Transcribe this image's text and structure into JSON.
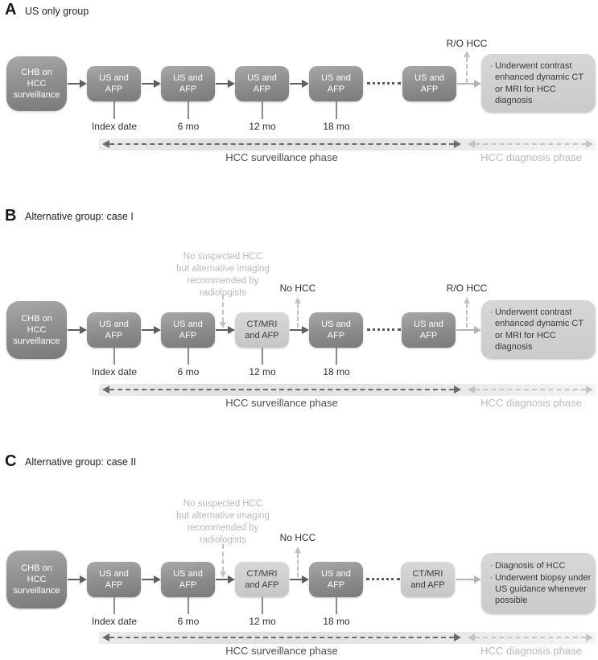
{
  "colors": {
    "box_dark": "#8f8f8f",
    "box_light": "#cdcdcd",
    "result_box": "#d2d2d2",
    "annotation_light": "#b9b9b9",
    "arrow_dark": "#5e5e5e",
    "arrow_light": "#b4b4b4",
    "text_dark": "#2f2f2f"
  },
  "ui": {
    "bullet_char": "·"
  },
  "panel_a": {
    "letter": "A",
    "title": "US only group",
    "start_box": "CHB on HCC surveillance",
    "boxes": [
      "US and AFP",
      "US and AFP",
      "US and AFP",
      "US and AFP",
      "US and AFP"
    ],
    "ro_hcc": "R/O HCC",
    "result_lines": [
      "Underwent contrast enhanced dynamic CT or MRI for HCC diagnosis"
    ],
    "time_labels": [
      "Index date",
      "6 mo",
      "12 mo",
      "18 mo"
    ],
    "phase_surveillance": "HCC surveillance phase",
    "phase_diagnosis": "HCC diagnosis phase"
  },
  "panel_b": {
    "letter": "B",
    "title": "Alternative group: case I",
    "start_box": "CHB on HCC surveillance",
    "boxes": [
      "US and AFP",
      "US and AFP",
      "CT/MRI and AFP",
      "US and AFP",
      "US and AFP"
    ],
    "no_suspected_lines": [
      "No suspected HCC",
      "but alternative imaging",
      "recommended by",
      "radiologists"
    ],
    "no_hcc": "No HCC",
    "ro_hcc": "R/O HCC",
    "result_lines": [
      "Underwent contrast enhanced dynamic CT or MRI for HCC diagnosis"
    ],
    "time_labels": [
      "Index date",
      "6 mo",
      "12 mo",
      "18 mo"
    ],
    "phase_surveillance": "HCC surveillance phase",
    "phase_diagnosis": "HCC diagnosis phase"
  },
  "panel_c": {
    "letter": "C",
    "title": "Alternative group: case II",
    "start_box": "CHB on HCC surveillance",
    "boxes": [
      "US and AFP",
      "US and AFP",
      "CT/MRI and AFP",
      "US and AFP",
      "CT/MRI and AFP"
    ],
    "no_suspected_lines": [
      "No suspected HCC",
      "but alternative imaging",
      "recommended by",
      "radiologists"
    ],
    "no_hcc": "No HCC",
    "result_lines": [
      "Diagnosis of HCC",
      "Underwent biopsy under US guidance whenever possible"
    ],
    "time_labels": [
      "Index date",
      "6 mo",
      "12 mo",
      "18 mo"
    ],
    "phase_surveillance": "HCC surveillance phase",
    "phase_diagnosis": "HCC diagnosis phase"
  }
}
